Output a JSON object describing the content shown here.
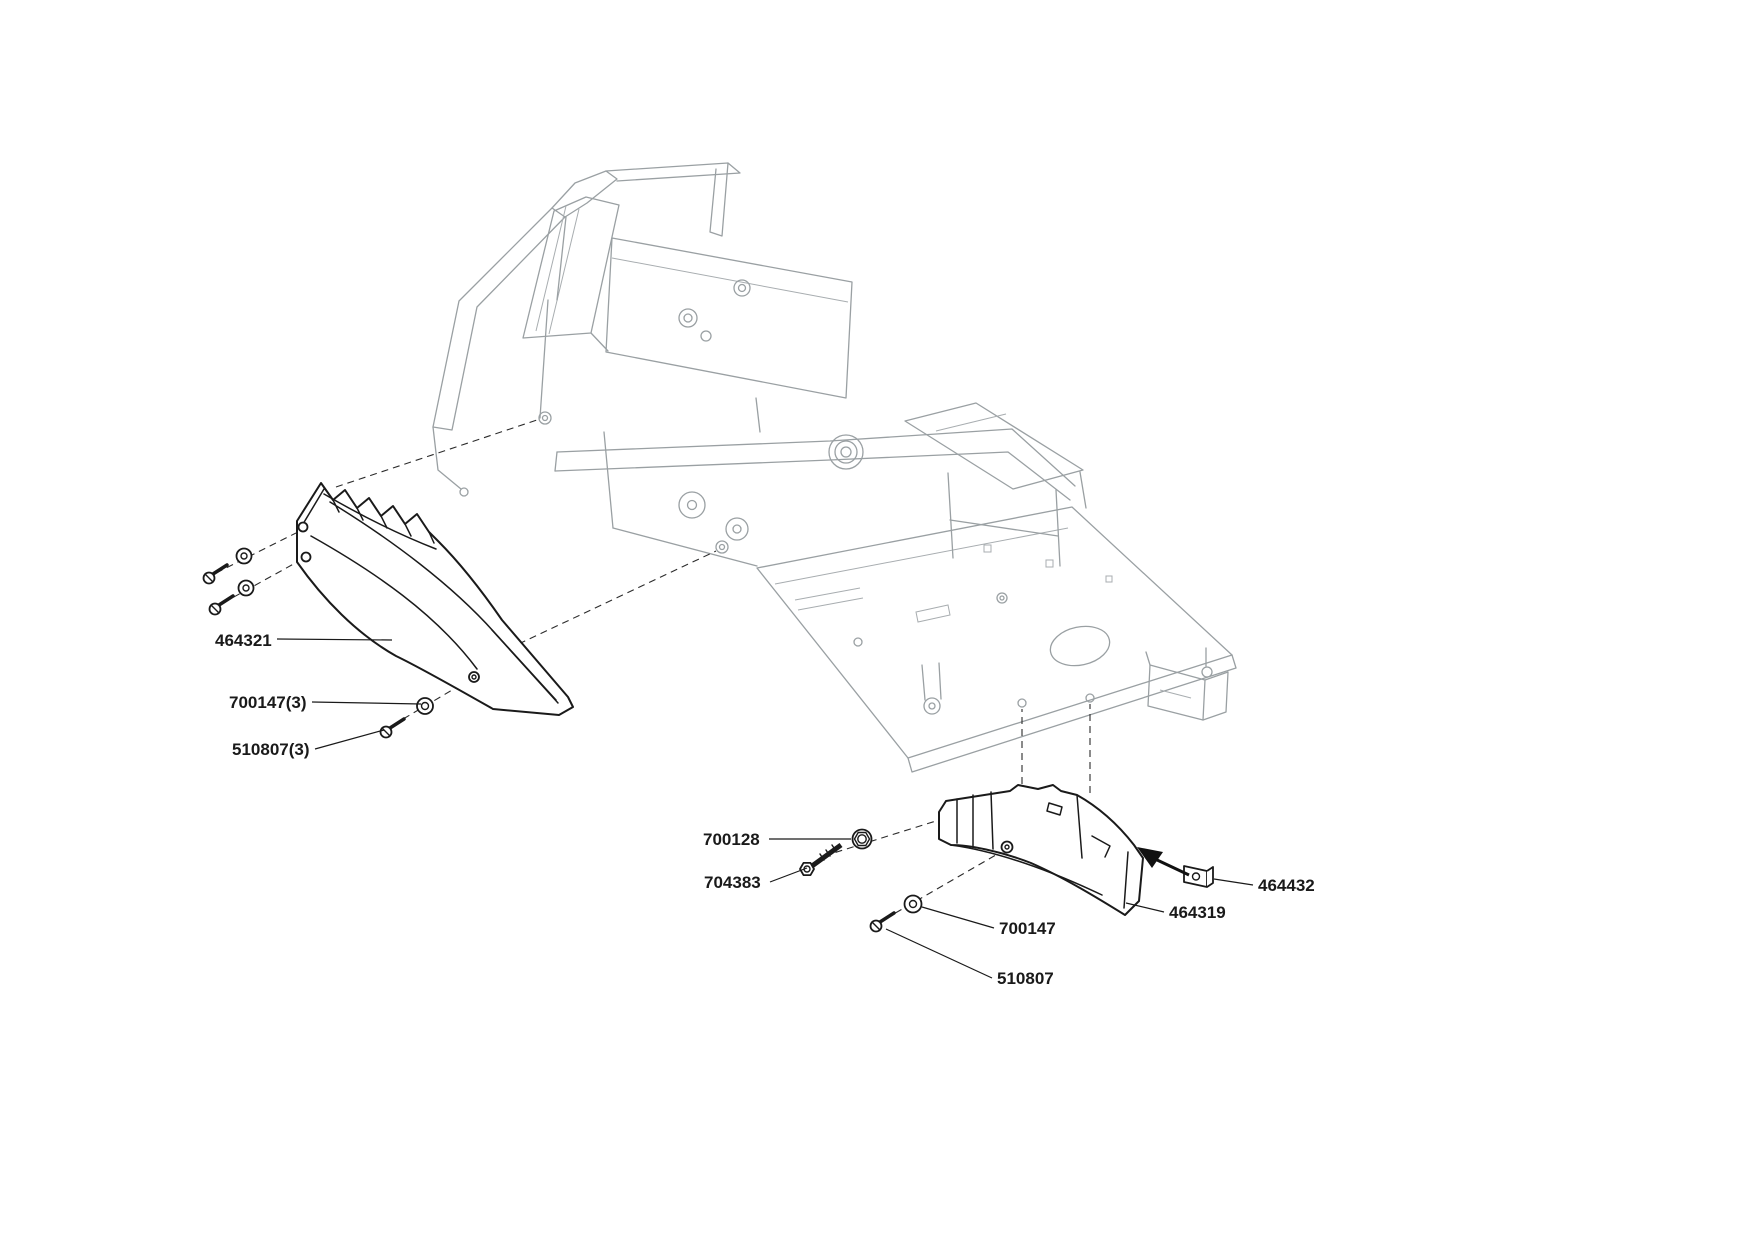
{
  "diagram": {
    "labels": {
      "left_panel": "464321",
      "left_washers": "700147(3)",
      "left_screws": "510807(3)",
      "flange_nut": "700128",
      "hex_bolt": "704383",
      "washer": "700147",
      "screw": "510807",
      "clip": "464432",
      "right_panel": "464319"
    },
    "colors": {
      "background": "#ffffff",
      "part_outline": "#1a1a1a",
      "chassis_outline": "#9aa0a3",
      "label_text": "#1a1a1a"
    }
  }
}
